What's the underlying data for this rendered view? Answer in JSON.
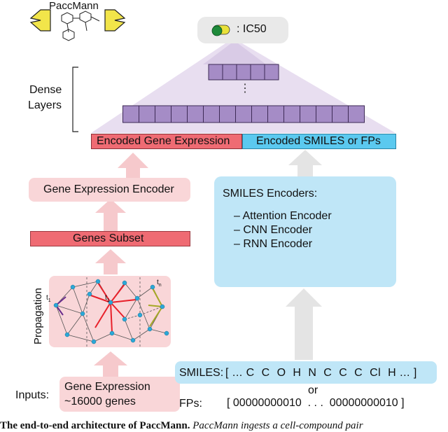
{
  "logo": {
    "label": "PaccMann"
  },
  "output": {
    "label": ": IC50",
    "pill_colors": [
      "#1e8a3a",
      "#e9e13a"
    ]
  },
  "dense_layers": {
    "label_line1": "Dense",
    "label_line2": "Layers",
    "top_cells": 5,
    "bottom_cells": 15,
    "separator": "⋮"
  },
  "concat": {
    "gene_label": "Encoded Gene Expression",
    "smiles_label": "Encoded SMILES or FPs"
  },
  "gene_encoder": {
    "label": "Gene Expression Encoder"
  },
  "genes_subset": {
    "label": "Genes Subset"
  },
  "propagation": {
    "label": "Propagation",
    "t1": "t",
    "t1_sub": "1",
    "tn": "t",
    "tn_sub": "n"
  },
  "smiles_encoders": {
    "title": "SMILES Encoders:",
    "items": [
      "– Attention Encoder",
      "– CNN Encoder",
      "– RNN Encoder"
    ]
  },
  "inputs": {
    "label": "Inputs:",
    "gene_line1": "Gene Expression",
    "gene_line2": "~16000 genes"
  },
  "smiles_input": {
    "label": "SMILES:",
    "sequence": "[ ... C  C  O  H  N  C  C  C  Cl  H ... ]"
  },
  "or_label": "or",
  "fps_input": {
    "label": "FPs:",
    "sequence": "[ 00000000010  . . .  00000000010 ]"
  },
  "caption": {
    "bold": "The end-to-end architecture of PaccMann.",
    "rest": " PaccMann ingests a cell-compound pair"
  },
  "colors": {
    "red": "#ef6b73",
    "pink": "#f9d6d8",
    "blue": "#bfe6f7",
    "cyan": "#5bc9ef",
    "purple": "#a58cc6",
    "gray_arrow": "#e2e2e2"
  }
}
